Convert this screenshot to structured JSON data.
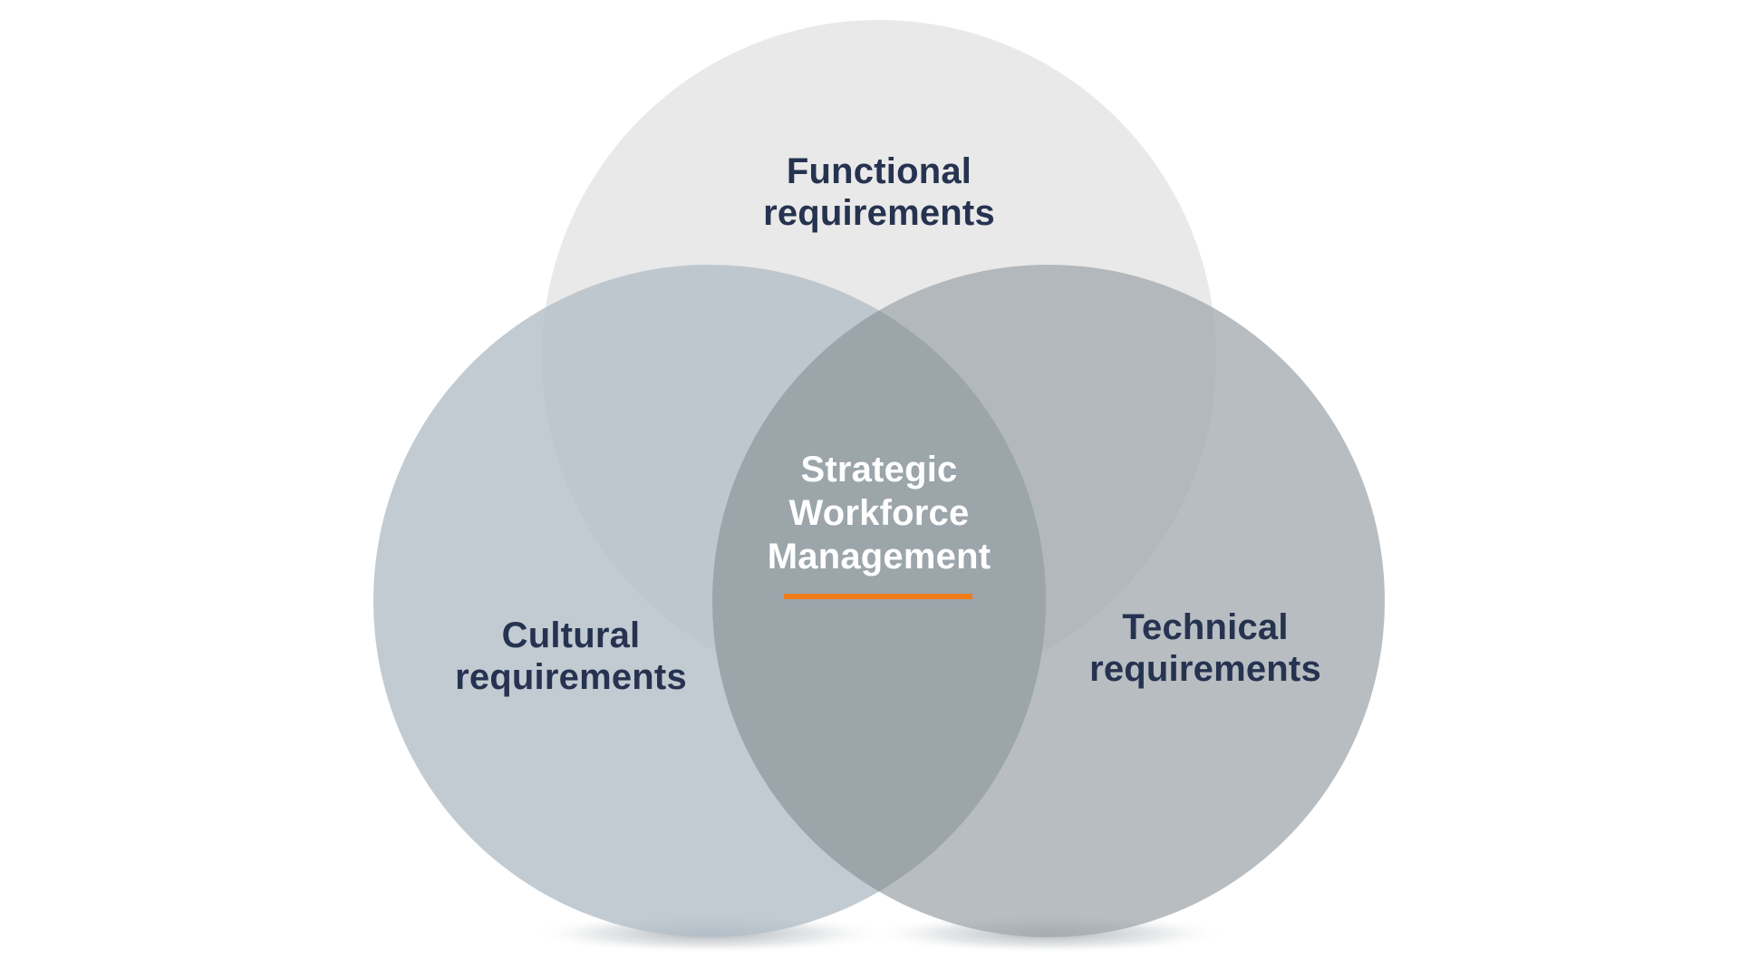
{
  "diagram": {
    "type": "venn",
    "circles": [
      {
        "id": "functional",
        "label_lines": [
          "Functional",
          "requirements"
        ],
        "fill": "#e6e6e6"
      },
      {
        "id": "cultural",
        "label_lines": [
          "Cultural",
          "requirements"
        ],
        "fill": "#b7c1c8"
      },
      {
        "id": "technical",
        "label_lines": [
          "Technical",
          "requirements"
        ],
        "fill": "#a8afb4"
      }
    ],
    "center": {
      "label_lines": [
        "Strategic",
        "Workforce",
        "Management"
      ],
      "fill": "#949fa6"
    },
    "colors": {
      "label_text": "#263350",
      "center_text": "#ffffff",
      "accent": "#f07b1a"
    }
  }
}
